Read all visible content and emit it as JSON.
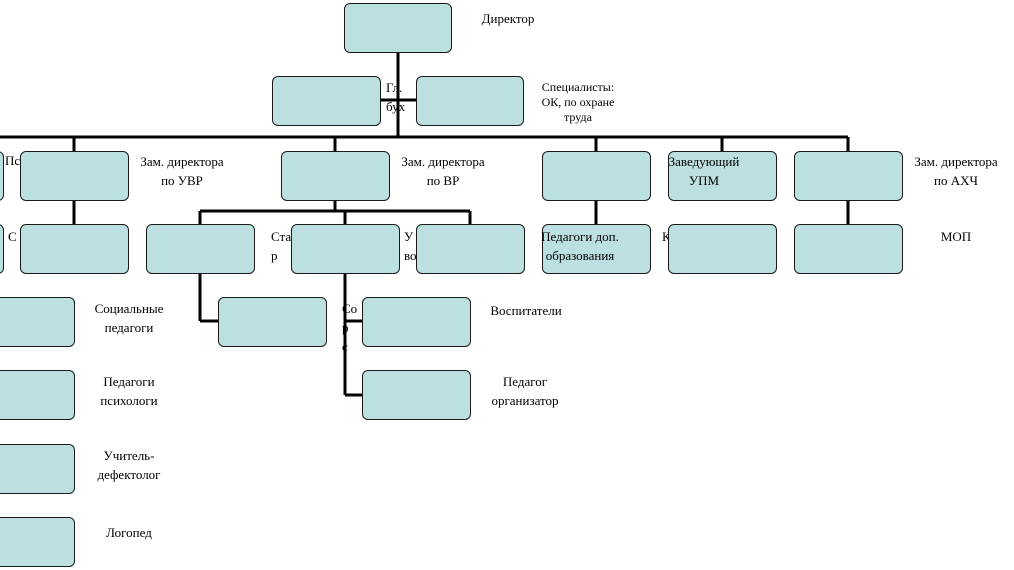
{
  "nodes": {
    "director": {
      "lines": [
        "Директор"
      ]
    },
    "chief_accountant": {
      "lines": [
        "Гл. ",
        "бух"
      ]
    },
    "specialists": {
      "lines": [
        "Специалисты:",
        "ОК, по охране",
        "труда"
      ]
    },
    "deputy_uvr": {
      "lines": [
        "Зам. директора",
        "по  УВР"
      ]
    },
    "deputy_vr": {
      "lines": [
        "Зам. директора",
        "по ВР"
      ]
    },
    "head_upm": {
      "lines": [
        "Заведующий",
        "УПМ"
      ]
    },
    "deputy_ahch": {
      "lines": [
        "Зам. директора",
        "по АХЧ"
      ]
    },
    "left_psych": {
      "lines": [
        "Пс"
      ]
    },
    "left_second": {
      "lines": [
        "С"
      ]
    },
    "starsh": {
      "lines": [
        "Ста",
        "р"
      ]
    },
    "uch_vosp": {
      "lines": [
        "У",
        "во"
      ]
    },
    "ped_dop": {
      "lines": [
        "Педагоги доп.",
        "образования"
      ]
    },
    "k_partial": {
      "lines": [
        "К"
      ]
    },
    "mop": {
      "lines": [
        "МОП"
      ]
    },
    "soc_ped": {
      "lines": [
        "Социальные",
        "педагоги"
      ]
    },
    "ped_psych": {
      "lines": [
        "Педагоги",
        "психологи"
      ]
    },
    "defectolog": {
      "lines": [
        "Учитель-",
        "дефектолог"
      ]
    },
    "logoped": {
      "lines": [
        "Логопед"
      ]
    },
    "soc_partial": {
      "lines": [
        "Со",
        "р",
        "с"
      ]
    },
    "vospitateli": {
      "lines": [
        "Воспитатели"
      ]
    },
    "ped_org": {
      "lines": [
        "Педагог",
        "организатор"
      ]
    }
  }
}
